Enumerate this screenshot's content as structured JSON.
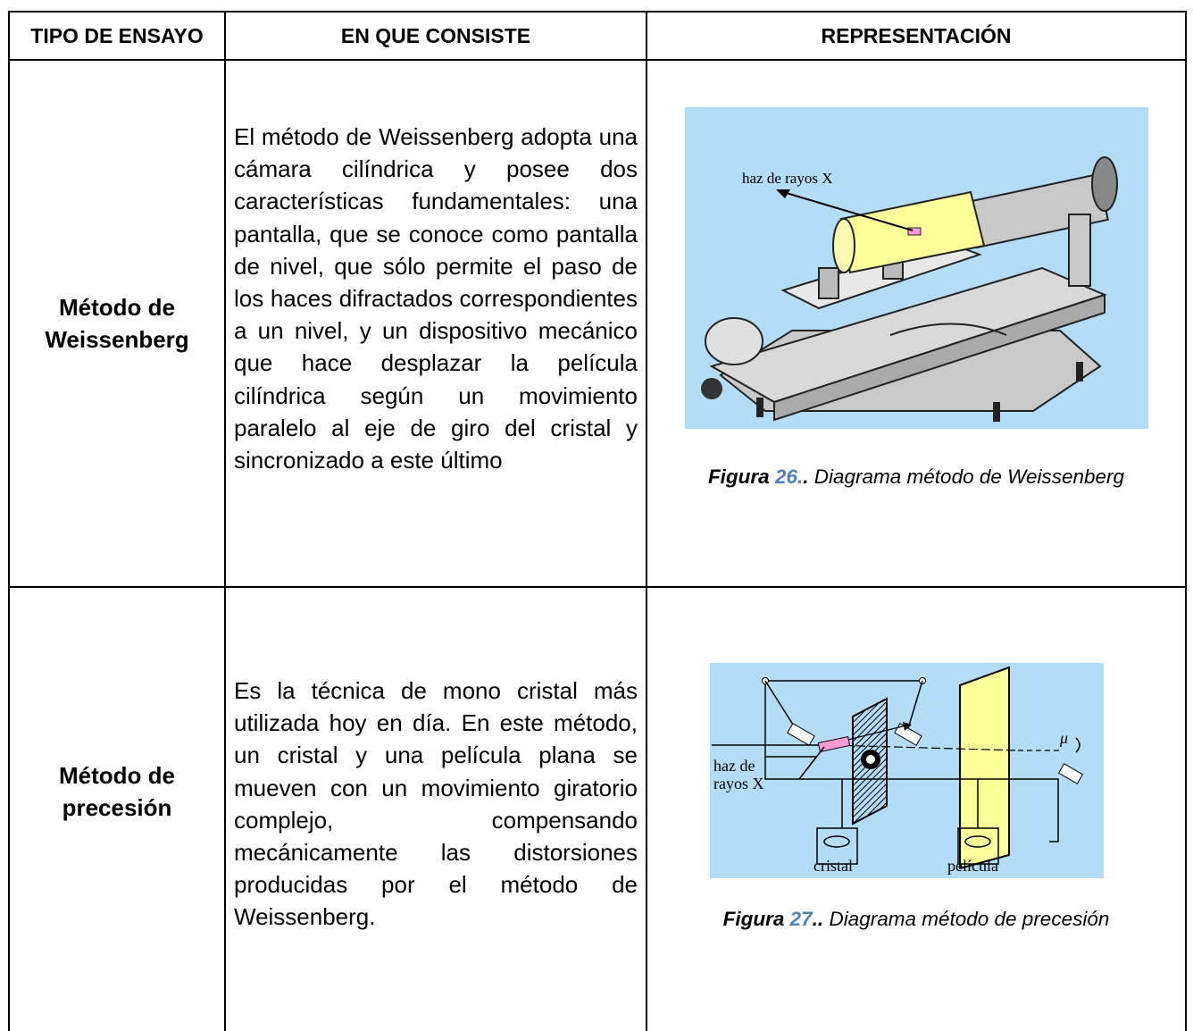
{
  "headers": {
    "col1": "TIPO DE ENSAYO",
    "col2": "EN QUE CONSISTE",
    "col3": "REPRESENTACIÓN"
  },
  "rows": [
    {
      "type_line1": "Método de",
      "type_line2": "Weissenberg",
      "description": "El método de Weissenberg adopta una cámara cilíndrica y posee dos características fundamentales: una pantalla, que se conoce como pantalla de nivel, que sólo permite el paso de los haces difractados correspondientes a un nivel, y un dispositivo mecánico que hace desplazar la película cilíndrica según un movimiento paralelo al eje de giro del cristal y sincronizado a este último",
      "figure_labels": {
        "beam": "haz de rayos X"
      },
      "caption_prefix": "Figura",
      "caption_number": "26.",
      "caption_dot": ".",
      "caption_text": " Diagrama método de Weissenberg"
    },
    {
      "type_line1": "Método de",
      "type_line2": "precesión",
      "description": "Es la técnica de mono cristal más utilizada hoy en día. En este método, un cristal y una película plana se mueven con un movimiento giratorio complejo, compensando mecánicamente las distorsiones producidas por el método de Weissenberg.",
      "figure_labels": {
        "beam_line1": "haz de",
        "beam_line2": "rayos X",
        "crystal": "cristal",
        "film": "película",
        "mu": "μ"
      },
      "caption_prefix": "Figura",
      "caption_number": "27",
      "caption_dot": "..",
      "caption_text": " Diagrama método de precesión"
    }
  ],
  "colors": {
    "figure_background": "#b3dcf7",
    "film_yellow": "#ffff9a",
    "sample_pink": "#ff9ad6",
    "caption_number": "#4f81bd"
  }
}
